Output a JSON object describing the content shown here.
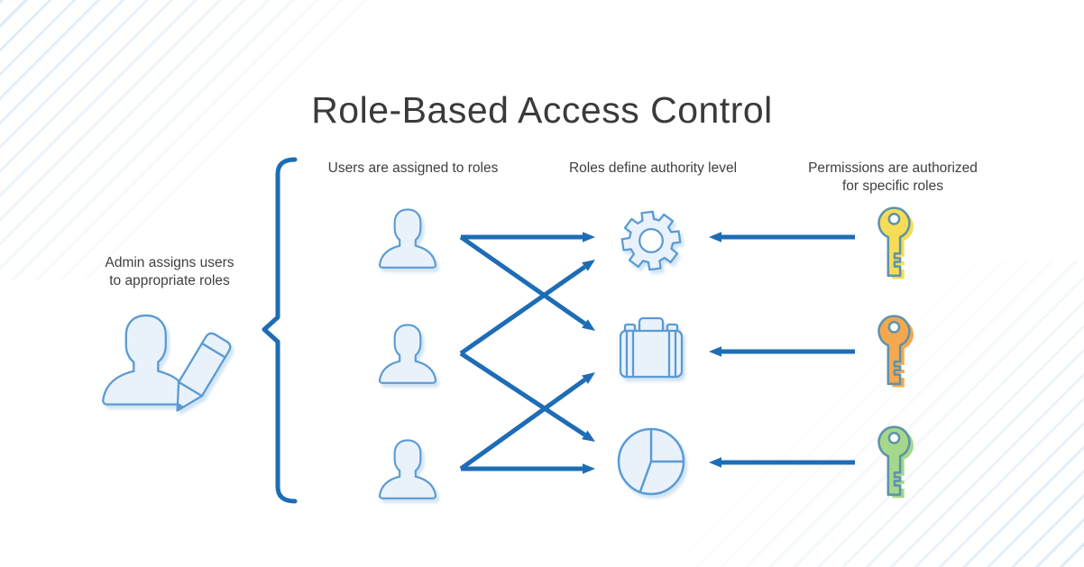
{
  "title": "Role-Based Access Control",
  "labels": {
    "admin": "Admin assigns users\nto appropriate roles",
    "users_column": "Users are assigned to roles",
    "roles_column": "Roles define authority level",
    "permissions_column": "Permissions are authorized\nfor specific roles"
  },
  "entities": {
    "admin": {
      "icon": "admin-user-with-pencil-icon"
    },
    "users": [
      {
        "icon": "user-icon"
      },
      {
        "icon": "user-icon"
      },
      {
        "icon": "user-icon"
      }
    ],
    "roles": [
      {
        "icon": "gear-icon"
      },
      {
        "icon": "briefcase-icon"
      },
      {
        "icon": "pie-chart-icon"
      }
    ],
    "permissions": [
      {
        "icon": "key-icon",
        "color": "#f6dd55"
      },
      {
        "icon": "key-icon",
        "color": "#f5a84e"
      },
      {
        "icon": "key-icon",
        "color": "#a5d88a"
      }
    ]
  },
  "relations": {
    "user_to_role": [
      [
        1,
        1
      ],
      [
        1,
        2
      ],
      [
        2,
        1
      ],
      [
        2,
        3
      ],
      [
        3,
        2
      ],
      [
        3,
        3
      ]
    ],
    "permission_to_role": [
      [
        1,
        1
      ],
      [
        2,
        2
      ],
      [
        3,
        3
      ]
    ]
  },
  "colors": {
    "arrow": "#1d6db6",
    "brace": "#1d6db6",
    "icon_stroke": "#5b9bd3",
    "icon_fill": "#e9f2fb",
    "key_outline": "#5e93ac",
    "title_text": "#3a3a3a",
    "label_text": "#3f3f3f",
    "stripe": "#dcebf7"
  }
}
